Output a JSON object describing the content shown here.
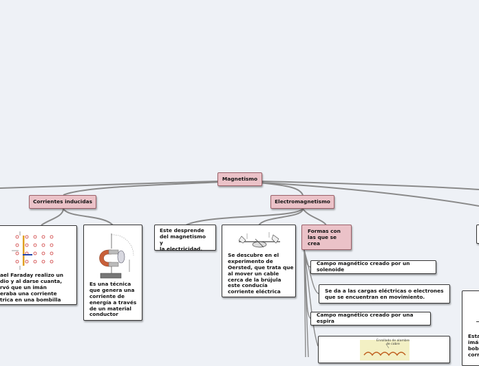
{
  "nodes": {
    "root": "Magnetismo",
    "corrientes": "Corrientes inducidas",
    "electro": "Electromagnetismo",
    "faraday": "ael Faraday realizo un\ndio y al darse cuanta,\nrvó que un imán\neraba una corriente\ntrica en una bombilla",
    "tecnica": "Es una técnica\nque genera una\ncorriente de\nenergía a través\nde un material\nconductor",
    "desprende": "Este desprende\ndel magnetismo y\nla electricidad.",
    "oersted": "Se descubre en el\nexperimento de\nOersted, que trata que\nal mover un cable\ncerca de la brújula\neste conducía\ncorriente eléctrica",
    "formas": "Formas con\nlas que se\ncrea",
    "solenoide": "Campo magnético creado por un solenoide",
    "cargas": "Se da a las cargas eléctricas o electrones\nque se encuentran en movimiento.",
    "espira": "Campo magnético creado por una espira",
    "esta": "Esta\nimán\nbobi\ncorr",
    "picture_label": "Enrollado de alambre\nde cobre"
  }
}
